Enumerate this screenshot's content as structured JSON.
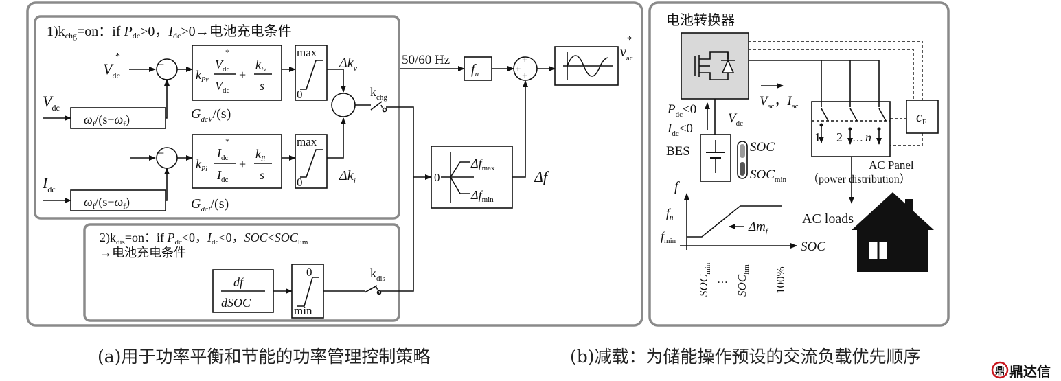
{
  "panel_a": {
    "charge_condition": {
      "prefix": "1)k",
      "sub1": "chg",
      "mid1": "=on：if ",
      "P": "P",
      "sub_dc": "dc",
      "mid2": ">0，",
      "I": "I",
      "mid3": ">0→电池充电条件"
    },
    "discharge_condition": {
      "prefix": "2)k",
      "sub1": "dis",
      "mid1": "=on：if ",
      "P": "P",
      "sub_dc": "dc",
      "mid2": "<0，",
      "I": "I",
      "mid3": "<0，",
      "soc": "SOC",
      "lt": "<",
      "soc2": "SOC",
      "sub_lim": "lim",
      "line2": "→电池充电条件"
    },
    "vdc_ref": "V",
    "vdc_ref_sub": "dc",
    "star": "*",
    "vdc": "V",
    "vdc_sub": "dc",
    "idc": "I",
    "idc_sub": "dc",
    "sum_minus": "−",
    "sum_plus": "+",
    "filter_label": "ωf/(s+ωf)",
    "filter_w": "ω",
    "filter_f": "f",
    "filter_mid": "/(s+",
    "filter_end": ")",
    "pi_v": {
      "k": "k",
      "ksub": "Pv",
      "num": "V",
      "numsub": "dc",
      "den": "V",
      "densub": "dc",
      "plus": "+",
      "ki": "k",
      "kisub": "Iv",
      "s": "s"
    },
    "pi_i": {
      "k": "k",
      "ksub": "Pi",
      "num": "I",
      "numsub": "dc",
      "den": "I",
      "densub": "dc",
      "plus": "+",
      "ki": "k",
      "kisub": "Ii",
      "s": "s"
    },
    "g_v": "G",
    "g_v_sub": "dcV",
    "g_v_tail": "/(s)",
    "g_i": "G",
    "g_i_sub": "dcI",
    "g_i_tail": "/(s)",
    "sat_max": "max",
    "sat_zero": "0",
    "sat_min": "min",
    "dk_v": "Δk",
    "dk_v_sub": "v",
    "dk_i": "Δk",
    "dk_i_sub": "i",
    "kchg": "k",
    "kchg_sub": "chg",
    "kdis": "k",
    "kdis_sub": "dis",
    "freq": "50/60 Hz",
    "fn": "f",
    "fn_sub": "n",
    "vac": "v",
    "vac_sub": "ac",
    "vac_star": "*",
    "df_max": "Δf",
    "df_max_sub": "max",
    "df_min": "Δf",
    "df_min_sub": "min",
    "zero": "0",
    "df": "Δf",
    "dfdsoc_num": "df",
    "dfdsoc_den": "dSOC"
  },
  "panel_b": {
    "title": "电池转换器",
    "vac_iac": "V",
    "vac_sub": "ac",
    "comma": "，",
    "iac": "I",
    "iac_sub": "ac",
    "pdc": "P",
    "pdc_sub": "dc",
    "pdc_cond": "<0",
    "idc": "I",
    "idc_sub": "dc",
    "idc_cond": "<0",
    "vdc": "V",
    "vdc_sub": "dc",
    "bes": "BES",
    "soc": "SOC",
    "soc_min": "SOC",
    "soc_min_sub": "min",
    "cf": "c",
    "cf_sub": "F",
    "switch_1": "1",
    "switch_2": "2",
    "switch_dots": "…",
    "switch_n": "n",
    "ac_panel": "AC Panel",
    "ac_panel_sub": "（power distribution）",
    "ac_loads": "AC loads",
    "f_axis": "f",
    "fn": "f",
    "fn_sub": "n",
    "fmin": "f",
    "fmin_sub": "min",
    "dmf": "Δm",
    "dmf_sub": "f",
    "soc_axis": "SOC",
    "tick1": "SOC",
    "tick1_sub": "min",
    "tick_dots": "…",
    "tick2": "SOC",
    "tick2_sub": "lim",
    "tick3": "100%"
  },
  "captions": {
    "a": "(a)用于功率平衡和节能的功率管理控制策略",
    "b": "(b)减载：为储能操作预设的交流负载优先顺序"
  },
  "watermark": {
    "text": "鼎达信",
    "color": "#c8161d"
  },
  "colors": {
    "panel_border": "#8a8a8a",
    "converter_fill": "#d9d9d9",
    "line": "#111111"
  }
}
